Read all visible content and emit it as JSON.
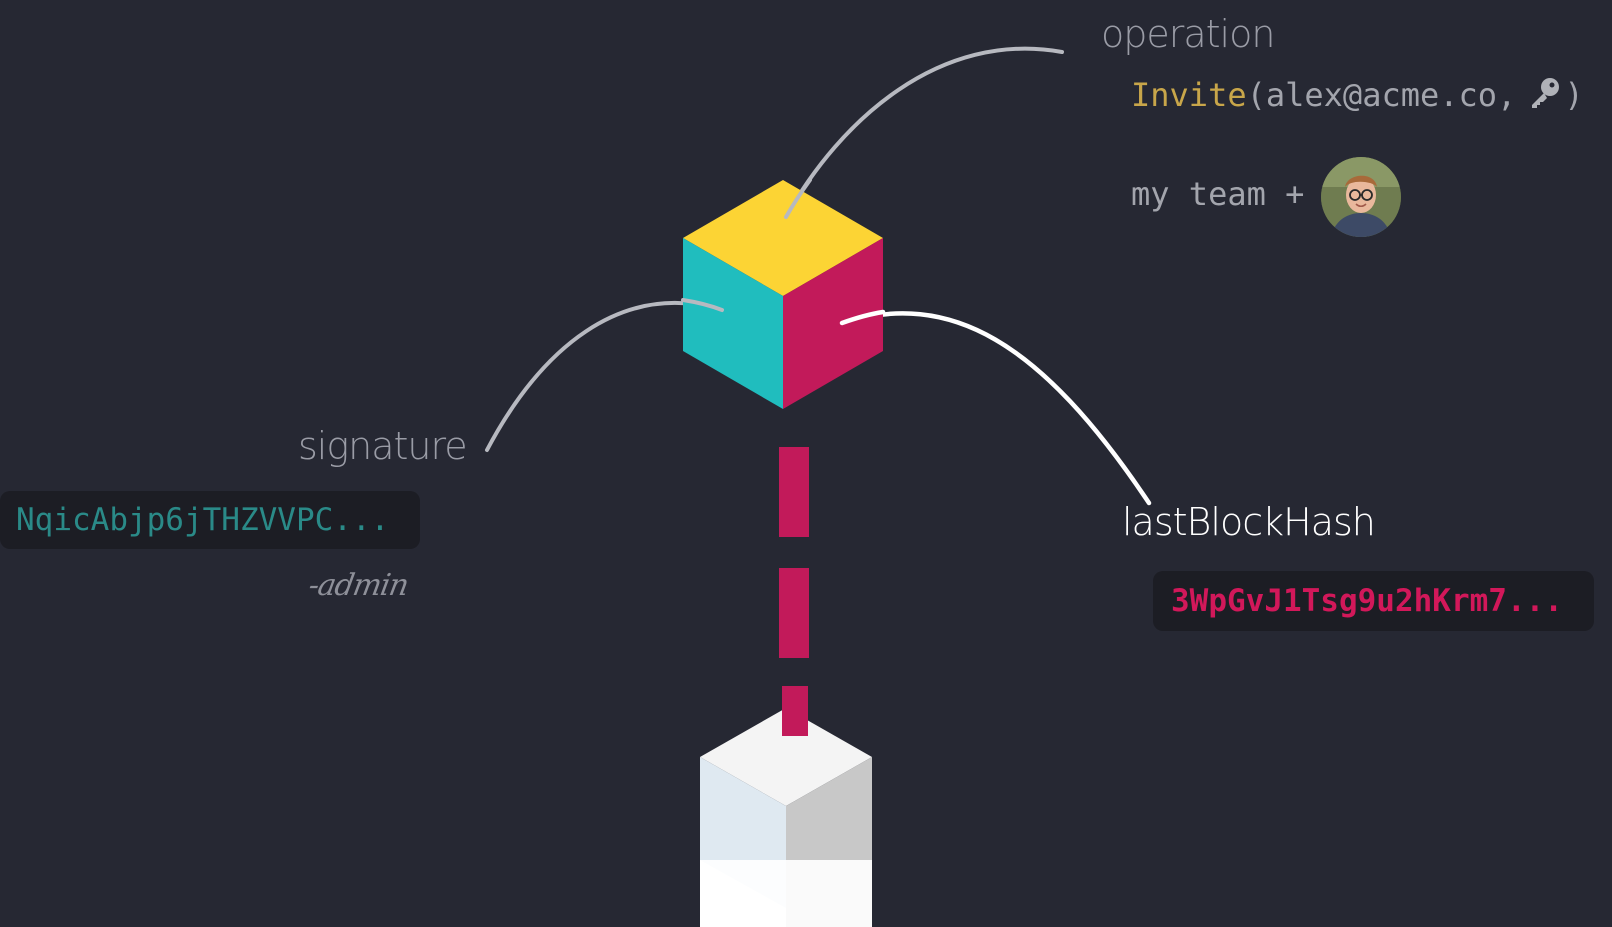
{
  "labels": {
    "operation": "operation",
    "signature": "signature",
    "last_block_hash": "lastBlockHash"
  },
  "operation": {
    "function_name": "Invite",
    "open_paren": "(",
    "argument": "alex@acme.co,",
    "close_paren": ")",
    "key_icon": "key-icon"
  },
  "team": {
    "text": "my team +",
    "avatar_icon": "person-avatar"
  },
  "signature": {
    "value": "NqicAbjp6jTHZVVPC...",
    "signed_by": "-admin"
  },
  "last_block_hash": {
    "value": "3WpGvJ1Tsg9u2hKrm7..."
  },
  "colors": {
    "background": "#262833",
    "cube_top": "#fcd434",
    "cube_left": "#20bdbe",
    "cube_right": "#c21a5a",
    "chain_link": "#c21a5a",
    "prev_block_top": "#f4f4f4",
    "prev_block_left": "#dfe9f1",
    "prev_block_right": "#c8c8c8",
    "function_name": "#c8a64a",
    "signature_text": "#2a8a88",
    "hash_text": "#d2185a"
  }
}
